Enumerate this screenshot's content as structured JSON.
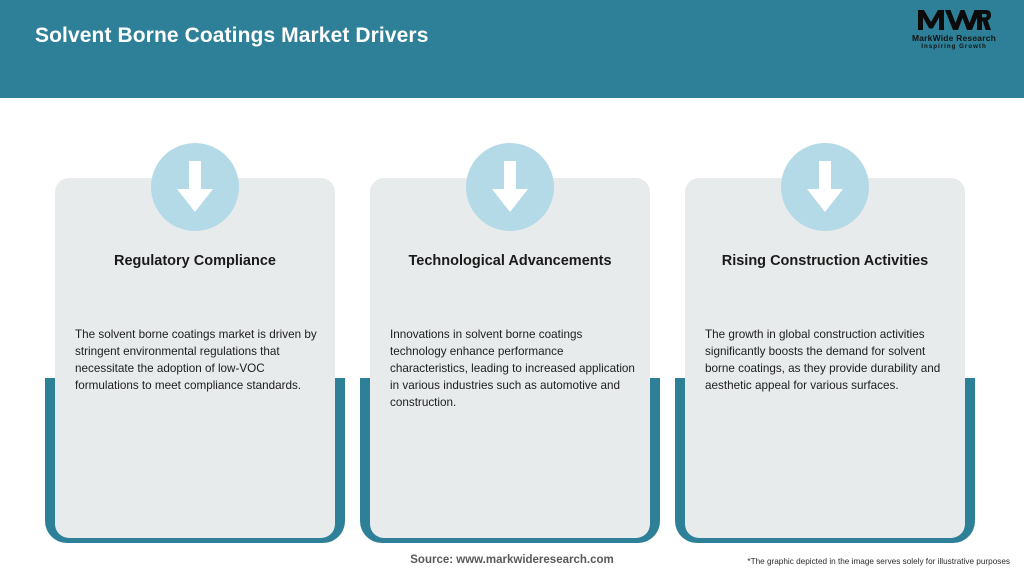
{
  "header": {
    "title": "Solvent Borne Coatings Market Drivers",
    "background_color": "#2e8098",
    "title_color": "#ffffff"
  },
  "logo": {
    "mark": "MWR",
    "name": "MarkWide Research",
    "tagline": "Inspiring Growth"
  },
  "theme": {
    "accent_color": "#2e8098",
    "card_color": "#e8ebec",
    "icon_circle_color": "#b4d9e7",
    "arrow_color": "#ffffff"
  },
  "cards": [
    {
      "icon": "down-arrow-icon",
      "title": "Regulatory Compliance",
      "body": "The solvent borne coatings market is driven by stringent environmental regulations that necessitate the adoption of low-VOC formulations to meet compliance standards."
    },
    {
      "icon": "down-arrow-icon",
      "title": "Technological Advancements",
      "body": "Innovations in solvent borne coatings technology enhance performance characteristics, leading to increased application in various industries such as automotive and construction."
    },
    {
      "icon": "down-arrow-icon",
      "title": "Rising Construction Activities",
      "body": "The growth in global construction activities significantly boosts the demand for solvent borne coatings, as they provide durability and aesthetic appeal for various surfaces."
    }
  ],
  "footer": {
    "source": "Source: www.markwideresearch.com",
    "disclaimer": "*The graphic depicted in the image serves solely for illustrative purposes"
  }
}
